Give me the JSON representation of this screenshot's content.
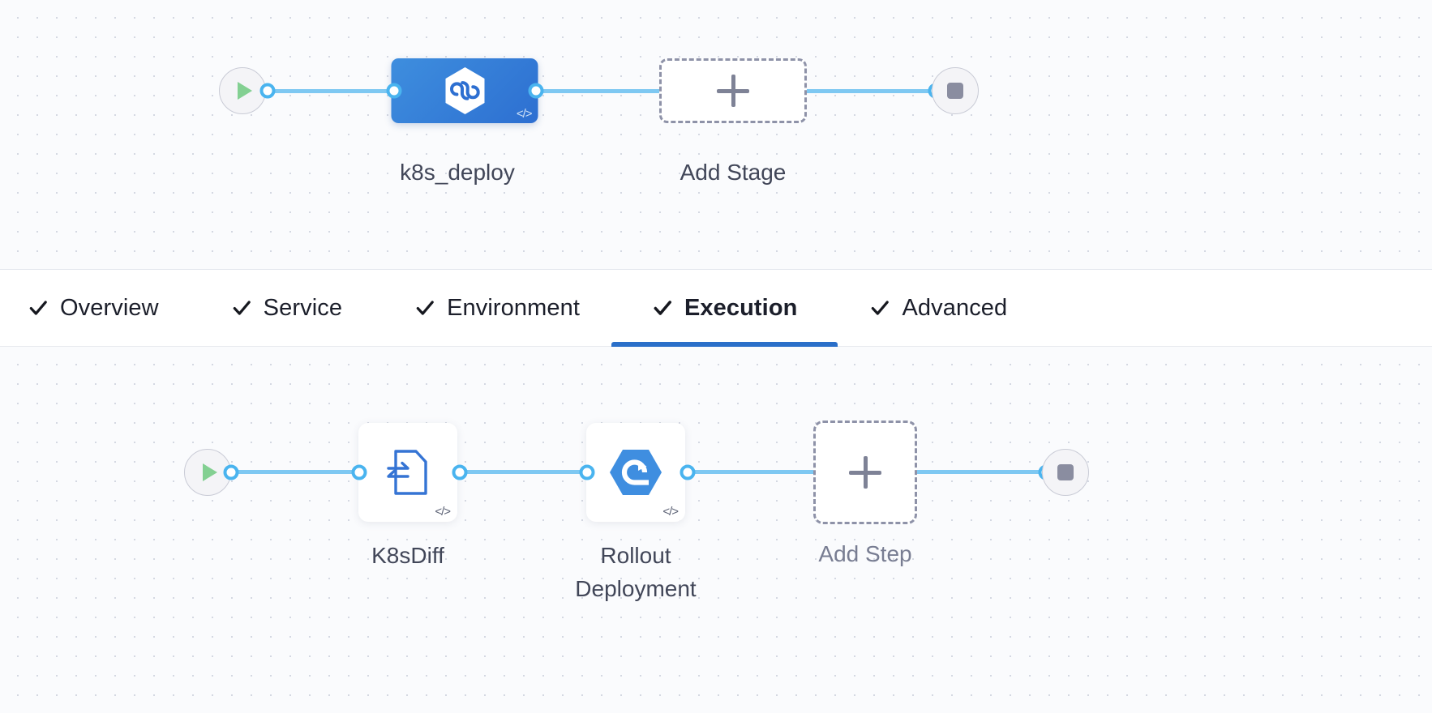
{
  "tabs": [
    {
      "label": "Overview",
      "icon": "check-icon",
      "complete": true,
      "active": false
    },
    {
      "label": "Service",
      "icon": "check-icon",
      "complete": true,
      "active": false
    },
    {
      "label": "Environment",
      "icon": "check-icon",
      "complete": true,
      "active": false
    },
    {
      "label": "Execution",
      "icon": "check-icon",
      "complete": true,
      "active": true
    },
    {
      "label": "Advanced",
      "icon": "check-icon",
      "complete": true,
      "active": false
    }
  ],
  "stage_graph": {
    "start_node": {
      "icon": "play-icon",
      "label": ""
    },
    "end_node": {
      "icon": "stop-icon",
      "label": ""
    },
    "nodes": [
      {
        "label": "k8s_deploy",
        "icon": "harness-cd-hexagon-icon",
        "badge": "</>",
        "type": "stage"
      },
      {
        "label": "Add Stage",
        "icon": "plus-icon",
        "type": "add"
      }
    ]
  },
  "step_graph": {
    "start_node": {
      "icon": "play-icon",
      "label": ""
    },
    "end_node": {
      "icon": "stop-icon",
      "label": ""
    },
    "nodes": [
      {
        "label": "K8sDiff",
        "icon": "k8s-diff-document-icon",
        "badge": "</>",
        "type": "step"
      },
      {
        "label": "Rollout\nDeployment",
        "icon": "rollout-deployment-hexagon-icon",
        "badge": "</>",
        "type": "step"
      },
      {
        "label": "Add Step",
        "icon": "plus-icon",
        "type": "add"
      }
    ]
  },
  "colors": {
    "accent_blue": "#2a6fc9",
    "edge_blue": "#7ec8f2",
    "port_blue": "#4ab4ef",
    "stage_blue": "#2d6fd1",
    "step_icon_blue": "#3f8ee0",
    "dashed_gray": "#8e92a8",
    "canvas_bg": "#fafbfd",
    "play_green": "#83d092",
    "stop_gray": "#8a8da0"
  }
}
